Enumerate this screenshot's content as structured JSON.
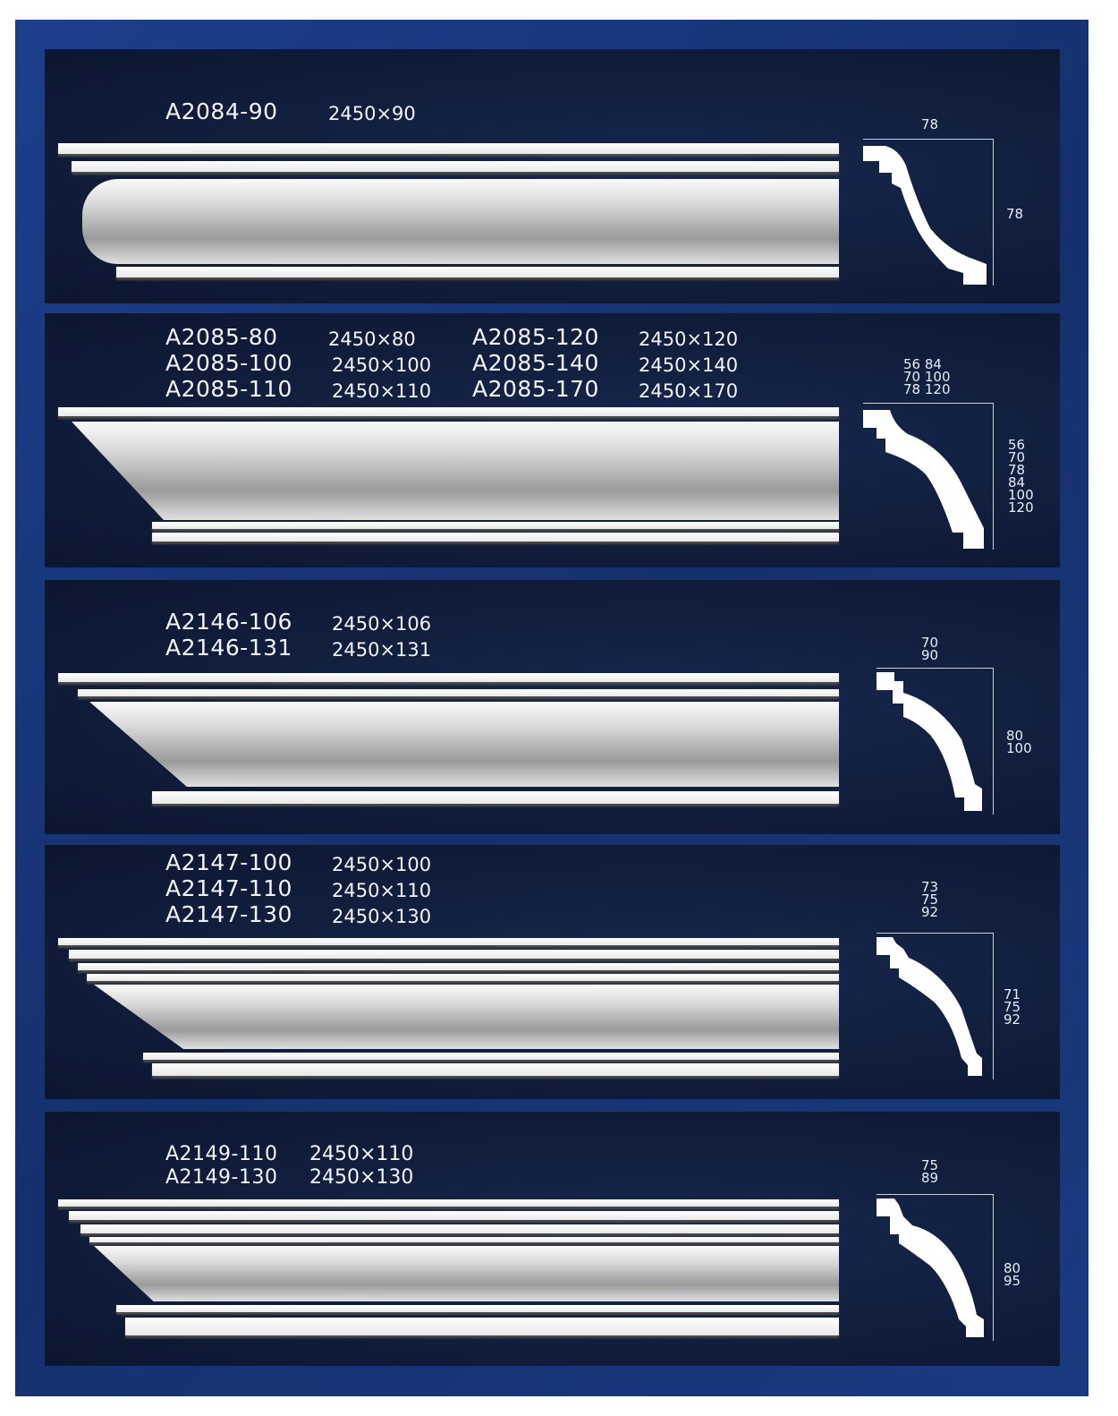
{
  "panels": [
    {
      "models": [
        {
          "code": "A2084-90",
          "size": "2450×90"
        }
      ],
      "top_dims": [
        "78"
      ],
      "side_dims": [
        "78"
      ]
    },
    {
      "models": [
        {
          "code": "A2085-80",
          "size": "2450×80"
        },
        {
          "code": "A2085-100",
          "size": "2450×100"
        },
        {
          "code": "A2085-110",
          "size": "2450×110"
        },
        {
          "code": "A2085-120",
          "size": "2450×120"
        },
        {
          "code": "A2085-140",
          "size": "2450×140"
        },
        {
          "code": "A2085-170",
          "size": "2450×170"
        }
      ],
      "top_dims": [
        "56 84",
        "70 100",
        "78 120"
      ],
      "side_dims": [
        "56",
        "70",
        "78",
        "84",
        "100",
        "120"
      ]
    },
    {
      "models": [
        {
          "code": "A2146-106",
          "size": "2450×106"
        },
        {
          "code": "A2146-131",
          "size": "2450×131"
        }
      ],
      "top_dims": [
        "70",
        "90"
      ],
      "side_dims": [
        "80",
        "100"
      ]
    },
    {
      "models": [
        {
          "code": "A2147-100",
          "size": "2450×100"
        },
        {
          "code": "A2147-110",
          "size": "2450×110"
        },
        {
          "code": "A2147-130",
          "size": "2450×130"
        }
      ],
      "top_dims": [
        "73",
        "75",
        "92"
      ],
      "side_dims": [
        "71",
        "75",
        "92"
      ]
    },
    {
      "models": [
        {
          "code": "A2149-110",
          "size": "2450×110"
        },
        {
          "code": "A2149-130",
          "size": "2450×130"
        }
      ],
      "top_dims": [
        "75",
        "89"
      ],
      "side_dims": [
        "80",
        "95"
      ]
    }
  ]
}
